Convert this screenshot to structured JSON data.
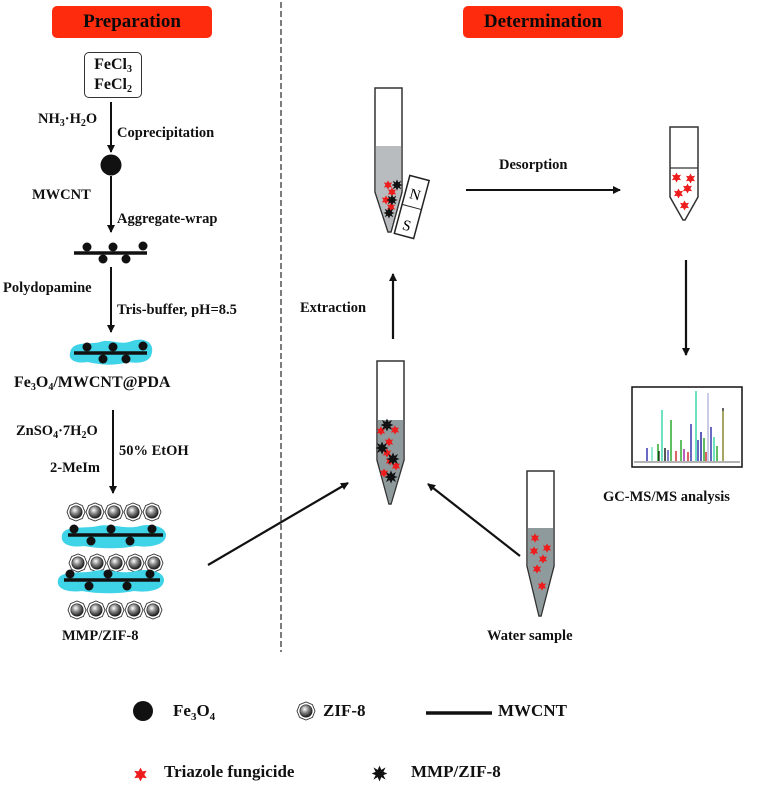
{
  "colors": {
    "header_bg": "#fe2c0c",
    "pda_coating": "#3fd3e8",
    "liquid": "#b9bcbe",
    "liquid_dark": "#8f9a9c",
    "fungicide": "#ee1c1c",
    "line": "#111111"
  },
  "headers": {
    "preparation": "Preparation",
    "determination": "Determination"
  },
  "preparation": {
    "start_box": {
      "line1_base": "FeCl",
      "line1_sub": "3",
      "line2_base": "FeCl",
      "line2_sub": "2"
    },
    "steps": [
      {
        "left_label": {
          "parts": [
            "NH",
            "3",
            "·H",
            "2",
            "O"
          ]
        },
        "right_label": "Coprecipitation",
        "product_icon": "fe3o4-particle-icon"
      },
      {
        "left_label": {
          "text": "MWCNT"
        },
        "right_label": "Aggregate-wrap",
        "product_icon": "fe3o4-mwcnt-icon"
      },
      {
        "left_label": {
          "text": "Polydopamine"
        },
        "right_label": "Tris-buffer, pH=8.5",
        "product_icon": "fe3o4-mwcnt-pda-icon",
        "product_label": {
          "parts": [
            "Fe",
            "3",
            "O",
            "4",
            "/MWCNT@PDA"
          ]
        }
      },
      {
        "left_label": {
          "parts": [
            "ZnSO",
            "4",
            "·7H",
            "2",
            "O"
          ]
        },
        "left_label_2": "2-MeIm",
        "right_label": "50% EtOH",
        "product_icon": "mmp-zif8-stack-icon",
        "product_label": {
          "text": "MMP/ZIF-8"
        }
      }
    ]
  },
  "determination": {
    "extraction_label": "Extraction",
    "desorption_label": "Desorption",
    "analysis_label": "GC-MS/MS analysis",
    "water_sample_label": "Water sample",
    "magnet_labels": {
      "north": "N",
      "south": "S"
    }
  },
  "legend": [
    {
      "icon": "fe3o4-icon",
      "base": "Fe",
      "sub1": "3",
      "mid": "O",
      "sub2": "4"
    },
    {
      "icon": "zif8-icon",
      "text": "ZIF-8"
    },
    {
      "icon": "mwcnt-line-icon",
      "text": "MWCNT"
    },
    {
      "icon": "triazole-fungicide-icon",
      "text": "Triazole fungicide"
    },
    {
      "icon": "mmp-zif8-star-icon",
      "text": "MMP/ZIF-8"
    }
  ]
}
